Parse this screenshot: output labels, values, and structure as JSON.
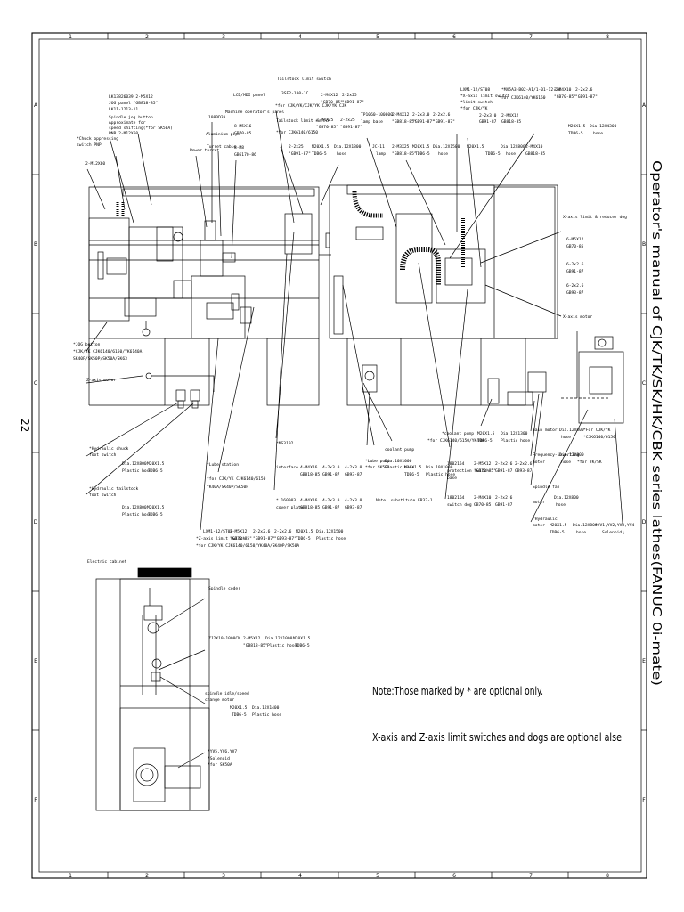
{
  "page_number": "22",
  "side_title": "Operator's manual of CJK/TK/SK/HK/CBK series lathes(FANUC 0i-mate)",
  "frame": {
    "columns": [
      "1",
      "2",
      "3",
      "4",
      "5",
      "6",
      "7",
      "8"
    ],
    "rows": [
      "A",
      "B",
      "C",
      "D",
      "E",
      "F"
    ]
  },
  "notes": [
    "Note:Those marked by * are optional only.",
    "X-axis and Z-axis limit switches and dogs are optional alse."
  ],
  "labels": {
    "lk": [
      "LK13826039 2-M5X12",
      "JOG panel \"GB818-85\"",
      "LK11-1213-11"
    ],
    "spindle_jog": [
      "Spindle jog button",
      "Approximate for",
      "speed shifting(*for SK50A)",
      "PNP 2-M12X60"
    ],
    "chuck": [
      "*Chuck oppressing",
      "switch PNP",
      "2-M12X60"
    ],
    "light": [
      "1080D3A",
      "Aluminium pipe"
    ],
    "power_turret": "Power turret",
    "turret_cable": "Turret cable",
    "lcd": [
      "LCD/MDI panel",
      "Machine operator's panel",
      "8-M5X16",
      "GB70-85",
      "8-M8",
      "GB6170-86"
    ],
    "tailstock1": [
      "Tailstock limit switch",
      "3SE2-100-1C",
      "*for CJK/YK/CJK/YK CJK/YK CJK",
      "Tailstock limit switch",
      "*for CJK6140/6150"
    ],
    "tailstock1_r": [
      "2-M4X12",
      "\"GB70-85\"",
      "2-2x25",
      "\"GB91-87\"",
      "2-M4X25",
      "\"GB70-85\"",
      "2-2x25",
      "\"GB91-87\""
    ],
    "tailstock2": [
      "2-2x25",
      "\"GB91-87\"",
      "M20X1.5",
      "TDB6-5",
      "Dia.12X1300",
      "hose"
    ],
    "lamp": [
      "TP1060-100000",
      "lamp base",
      "JC-11",
      "lamp"
    ],
    "lamp_r": [
      "2-M4X12",
      "\"GB818-85\"",
      "2-2x3.0",
      "\"GB91-87\"",
      "2-2x2.6",
      "\"GB91-87\"",
      "2-M3X25",
      "\"GB818-85\"",
      "M20X1.5",
      "TDB6-5",
      "Dia.12X1500",
      "hose"
    ],
    "limit_sw": [
      "LXM1-12/ST08",
      "*X-axis limit switch",
      "*limit switch",
      "*for CJK/YK",
      "2-2x3.0",
      "GB91-87",
      "2-M4X12",
      "GB818-85"
    ],
    "limit_sw_r": [
      "M20X1.5",
      "TDB6-5",
      "Dia.12X800",
      "hose",
      "2-M4X10",
      "GB818-85"
    ],
    "msg": [
      "*MX5A3-B02-A1/1-01-12-24",
      "*for CJK6140/YK6150",
      "2-M4X10",
      "\"GB70-85\"",
      "2-2x2.6",
      "\"GB91-87\"",
      "M20X1.5",
      "TDB6-5",
      "Dia.12X4300",
      "hose"
    ],
    "x_dog": [
      "X-axis limit & reducer dog",
      "6-M5X12",
      "GB70-85",
      "6-2x2.6",
      "GB91-87",
      "6-2x2.6",
      "GB93-87"
    ],
    "x_motor": "X-axis motor",
    "z_motor": "Z-axis motor",
    "jog_button": [
      "*JOG button",
      "*CJK/YK CJK6140/6150/YK6140A",
      "SK40P/SK50P/SK50A/SK63"
    ],
    "hyd_chuck": [
      "*Hydraulic chuck",
      "foot switch",
      "Dia.12X800",
      "Plastic hose",
      "M20X1.5",
      "TDB6-5"
    ],
    "hyd_tail": [
      "*Hydraulic tailstock",
      "foot switch",
      "Dia.12X800",
      "Plastic hose",
      "M20X1.5",
      "TDB6-5"
    ],
    "lube_station": [
      "*Lube station",
      "*for CJK/YK CJK6140/6150",
      "YK40A/SK40P/SK50P"
    ],
    "ms": [
      "*MS3102",
      "interface",
      "4-M4X16",
      "GB818-85",
      "4-2x3.0",
      "GB91-87",
      "4-2x3.0",
      "GB93-87"
    ],
    "ms2": [
      "* 160003",
      "cover plate",
      "4-M4X16",
      "GB818-85",
      "4-2x3.0",
      "GB91-87",
      "4-2x3.0",
      "GB93-87"
    ],
    "lube_pump": [
      "*Lube pump",
      "*for SK50A",
      "Dia.10X1000",
      "Plastic hose",
      "Note: substitute FR32-1"
    ],
    "coolant_pump": [
      "coolant pump",
      "M16X1.5",
      "TDB6-5",
      "Dia.10X1000",
      "Plastic hose"
    ],
    "coolant_pump2": [
      "*coolant pump",
      "*for CJK6140/6150/YK40A",
      "M20X1.5",
      "TDB6-5",
      "Dia.12X1300",
      "Plastic hose"
    ],
    "protect_sw": [
      "1802154",
      "protection switch",
      "base",
      "1802164",
      "switch dog"
    ],
    "protect_sw_r": [
      "2-M5X12",
      "\"GB70-85\"",
      "2-2x2.6",
      "GB91-87",
      "2-2x2.6",
      "GB93-87",
      "2-M4X10",
      "GB70-85",
      "2-2x2.6",
      "GB91-87"
    ],
    "lx": [
      "LXM1-12/ST08",
      "*Z-axis limit switch",
      "*for CJK/YK CJK6140/6150/YK40A/SK40P/SK50A"
    ],
    "lx_r": [
      "2-M5X12",
      "\"GB70-85\"",
      "2-2x2.6",
      "\"GB91-87\"",
      "2-2x2.6",
      "\"GB93-87\"",
      "M20X1.5",
      "TDB6-5",
      "Dia.12X1500",
      "Plastic hose"
    ],
    "main_motor": [
      "main motor",
      "Dia.12X800",
      "hose",
      "*For CJK/YK",
      "*CJK6140/6150"
    ],
    "freq": [
      "Frequency-inverting",
      "motor",
      "Dia.12X800",
      "hose",
      "*for YK/SK"
    ],
    "spindle_fan": [
      "Spindle fan",
      "motor",
      "Dia.12X800",
      "hose"
    ],
    "hyd_motor": [
      "*Hydraulic",
      "motor",
      "M20X1.5",
      "TDB6-5",
      "Dia.12X800",
      "hose",
      "*YV1,YV2,YV3,YV4",
      "Solenoid"
    ],
    "cabinet": "Electric cabinet",
    "spindle_coder": "Spindle coder",
    "coder_r": [
      "ZJ2X10-1000CM",
      "2-M5X12",
      "\"GB818-85\"",
      "Dia.12X1000",
      "Plastic hose",
      "M20X1.5",
      "TDB6-5"
    ],
    "idle": [
      "spindle idle/speed",
      "change motor",
      "M20X1.5",
      "TDB6-5",
      "Dia.12X1400",
      "Plastic hose"
    ],
    "solenoid": [
      "*YV5,YV6,YV7",
      "*Solenoid",
      "*for SK50A"
    ]
  }
}
